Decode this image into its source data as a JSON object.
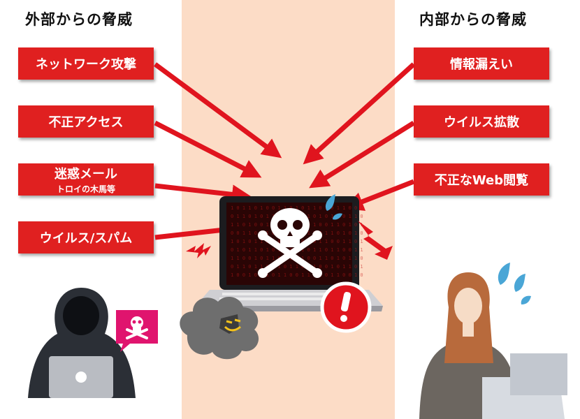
{
  "external": {
    "title": "外部からの脅威",
    "items": [
      {
        "label": "ネットワーク攻撃",
        "sub": ""
      },
      {
        "label": "不正アクセス",
        "sub": ""
      },
      {
        "label": "迷惑メール",
        "sub": "トロイの木馬等"
      },
      {
        "label": "ウイルス/スパム",
        "sub": ""
      }
    ]
  },
  "internal": {
    "title": "内部からの脅威",
    "items": [
      {
        "label": "情報漏えい"
      },
      {
        "label": "ウイルス拡散"
      },
      {
        "label": "不正なWeb閲覧"
      }
    ]
  },
  "colors": {
    "accent": "#e02020",
    "arrow": "#e0141e",
    "center_band": "#fcdcc6",
    "screen": "#2a0505",
    "hacker": "#2b2f36",
    "drop": "#4aa6d6"
  },
  "icons": [
    "skull-crossbones-icon",
    "warning-icon",
    "lightning-icon",
    "virus-cloud-icon",
    "sweat-drop-icon"
  ]
}
